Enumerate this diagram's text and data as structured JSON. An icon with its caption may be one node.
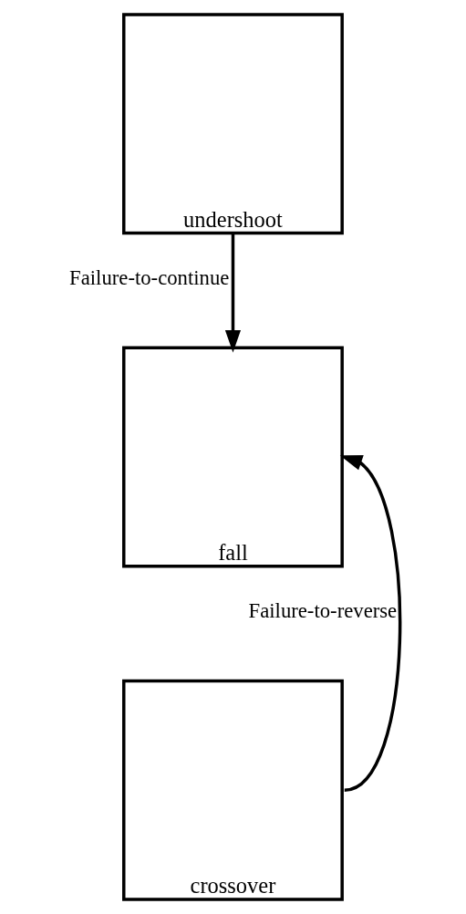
{
  "diagram": {
    "nodes": [
      {
        "text": [
          "undershoot"
        ]
      },
      {
        "text": [
          "fall"
        ]
      },
      {
        "text": [
          "crossover"
        ]
      }
    ],
    "edges": [
      {
        "from": 0,
        "to": 1,
        "arrow": "to",
        "label": "Failure-to-continue"
      },
      {
        "from": 2,
        "to": 1,
        "arrow": "to",
        "label": "Failure-to-reverse"
      }
    ]
  }
}
